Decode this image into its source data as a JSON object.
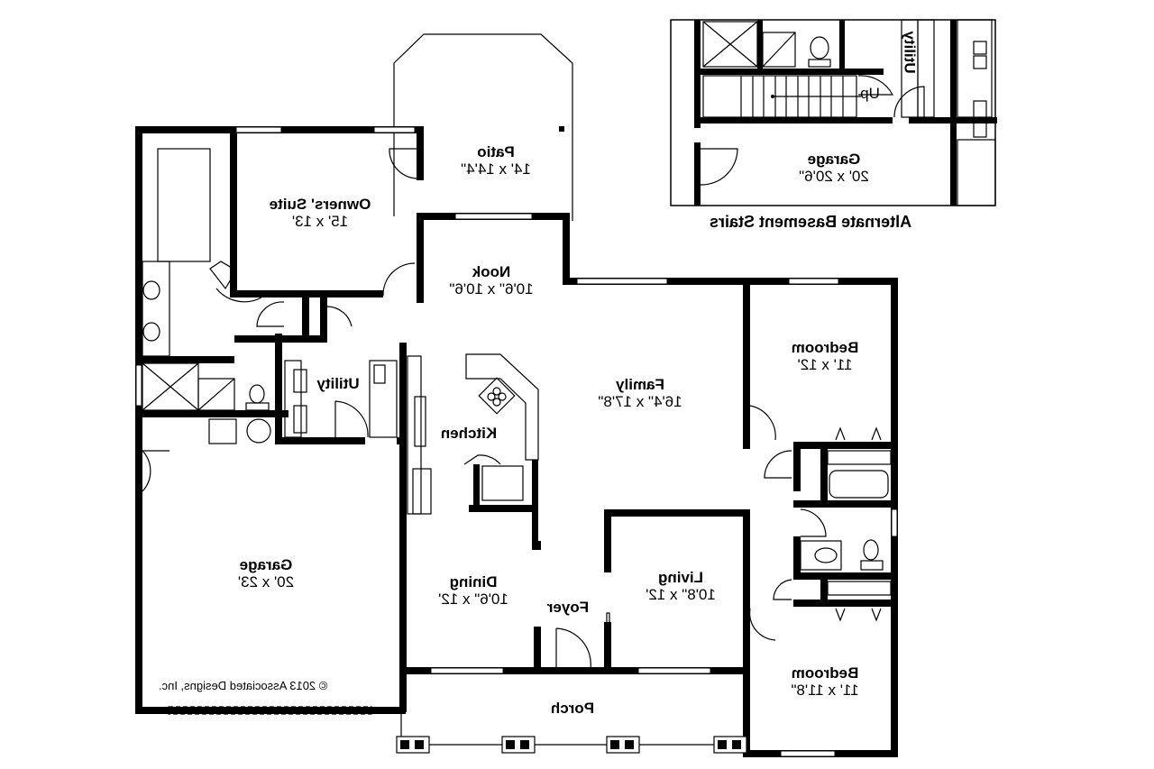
{
  "plan": {
    "orientation": "mirrored-horizontal",
    "main_floor": {
      "rooms": [
        {
          "id": "patio",
          "name": "Patio",
          "dims": "14' x 14'4\""
        },
        {
          "id": "owners_suite",
          "name": "Owners' Suite",
          "dims": "15' x 13'"
        },
        {
          "id": "nook",
          "name": "Nook",
          "dims": "10'6\" x 10'6\""
        },
        {
          "id": "utility",
          "name": "Utility",
          "dims": ""
        },
        {
          "id": "kitchen",
          "name": "Kitchen",
          "dims": ""
        },
        {
          "id": "family",
          "name": "Family",
          "dims": "16'4\" x 17'8\""
        },
        {
          "id": "bedroom_1",
          "name": "Bedroom",
          "dims": "11' x 12'"
        },
        {
          "id": "garage",
          "name": "Garage",
          "dims": "20' x 23'"
        },
        {
          "id": "dining",
          "name": "Dining",
          "dims": "10'6\" x 12'"
        },
        {
          "id": "foyer",
          "name": "Foyer",
          "dims": ""
        },
        {
          "id": "living",
          "name": "Living",
          "dims": "10'8\" x 12'"
        },
        {
          "id": "bedroom_2",
          "name": "Bedroom",
          "dims": "11' x 11'8\""
        },
        {
          "id": "porch",
          "name": "Porch",
          "dims": ""
        }
      ],
      "copyright": "© 2013 Associated Designs, Inc."
    },
    "inset": {
      "caption": "Alternate Basement Stairs",
      "rooms": [
        {
          "id": "inset_garage",
          "name": "Garage",
          "dims": "20' x 20'6\""
        },
        {
          "id": "inset_utility",
          "name": "Utility",
          "dims": ""
        }
      ],
      "stair_label": "Up"
    }
  }
}
